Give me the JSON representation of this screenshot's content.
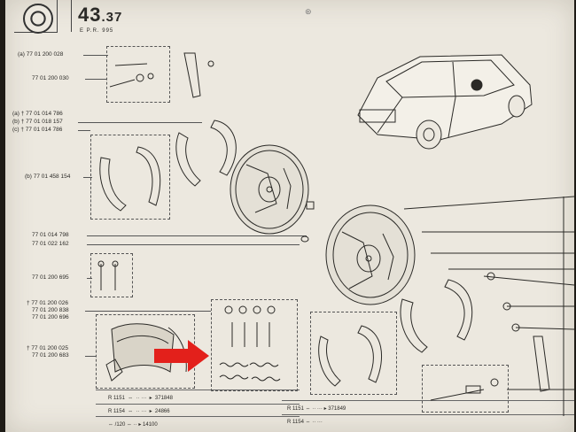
{
  "header": {
    "page_number": "43",
    "page_fraction": ".37",
    "page_code": "E    P.R. 995"
  },
  "refs": {
    "a_028": "(a) 77 01 200 028",
    "r_030": "77 01 200 030",
    "a_786": "(a) † 77 01 014 786",
    "b_157": "(b) † 77 01 018 157",
    "c_786": "(c) † 77 01 014 786",
    "b_154": "(b) 77 01 458 154",
    "r_798": "77 01 014 798",
    "r_162": "77 01 022 162",
    "r_695": "77 01 200 695",
    "r_026": "† 77 01 200 026",
    "r_838": "77 01 200 838",
    "r_696": "77 01 200 696",
    "r_025": "† 77 01 200 025",
    "r_683": "77 01 200 683"
  },
  "table": {
    "row1": {
      "model": "R 1151",
      "code": "371848"
    },
    "row2": {
      "model": "R 1154",
      "code": "24866"
    },
    "row3": {
      "model": "",
      "code": "14100"
    },
    "row4": {
      "model": "R 1151",
      "code": "371849"
    },
    "row5": {
      "model": "R 1154",
      "code": ""
    }
  },
  "colors": {
    "arrow": "#e3201b",
    "paper": "#ece8df",
    "ink": "#2b2a27"
  }
}
